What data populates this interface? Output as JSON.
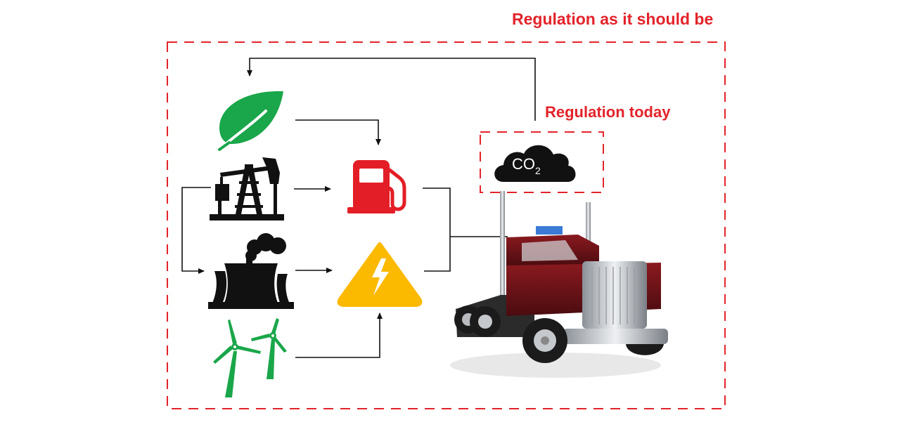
{
  "labels": {
    "outer_scope": "Regulation as it should be",
    "inner_scope": "Regulation today"
  },
  "co2": {
    "main": "CO",
    "subscript": "2"
  },
  "icons": {
    "biomass": "leaf-icon",
    "oil": "oil-pumpjack-icon",
    "power_plant": "power-plant-icon",
    "wind": "wind-turbines-icon",
    "fuel": "fuel-pump-icon",
    "electricity": "electricity-warning-icon",
    "emission": "co2-cloud-icon",
    "vehicle": "truck-icon"
  },
  "colors": {
    "regulation_red": "#e3232a",
    "green": "#1aa64a",
    "fuel_red": "#e31e26",
    "electric_yellow": "#fbb900",
    "black": "#111111"
  }
}
